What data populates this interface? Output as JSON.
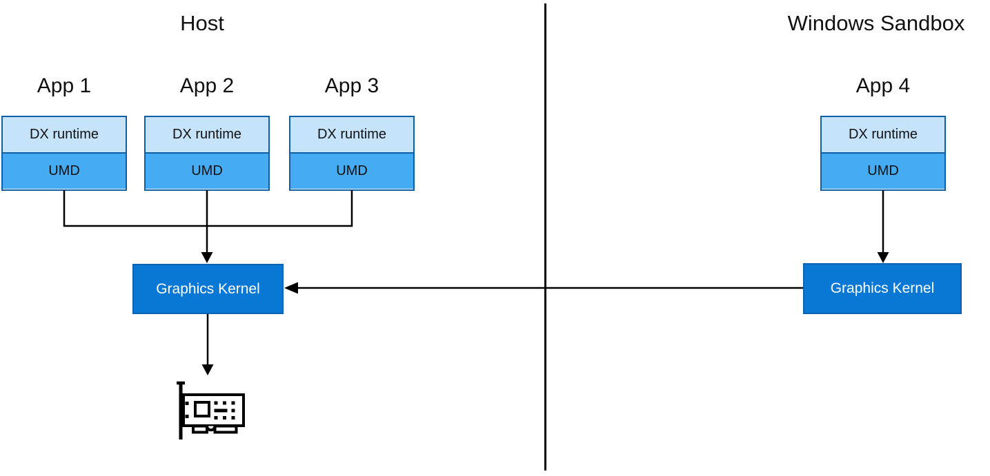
{
  "diagram": {
    "host": {
      "title": "Host",
      "apps": [
        {
          "label": "App 1",
          "dx": "DX runtime",
          "umd": "UMD"
        },
        {
          "label": "App 2",
          "dx": "DX runtime",
          "umd": "UMD"
        },
        {
          "label": "App 3",
          "dx": "DX runtime",
          "umd": "UMD"
        }
      ],
      "kernel": "Graphics Kernel"
    },
    "sandbox": {
      "title": "Windows Sandbox",
      "app": {
        "label": "App 4",
        "dx": "DX runtime",
        "umd": "UMD"
      },
      "kernel": "Graphics Kernel"
    },
    "icons": {
      "gpu": "gpu-card-icon"
    },
    "colors": {
      "dx_runtime_fill": "#C5E4FC",
      "umd_fill": "#45ABF3",
      "app_box_border": "#0C5EA5",
      "kernel_fill": "#0878D4",
      "kernel_border": "#0A62B0",
      "kernel_text": "#FFFFFF",
      "connector": "#000000"
    }
  }
}
